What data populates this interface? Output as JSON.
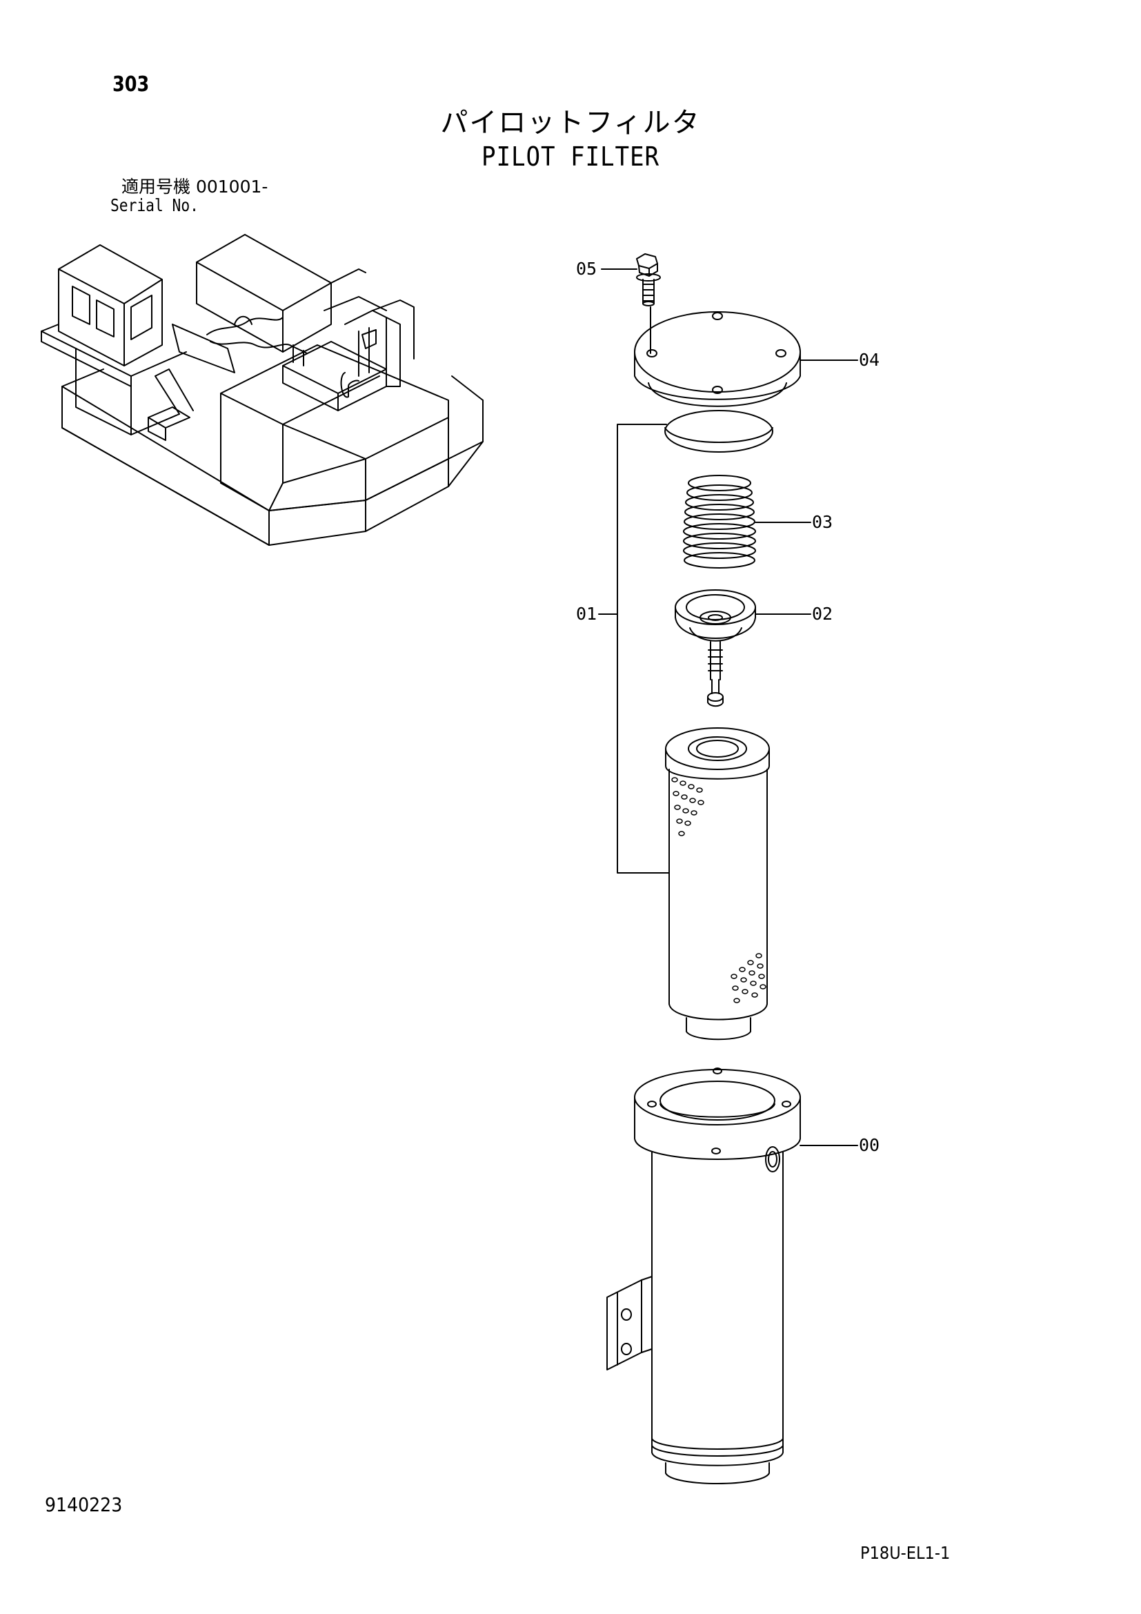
{
  "header": {
    "page_number": "303",
    "title_jp": "パイロットフィルタ",
    "title_en": "PILOT FILTER"
  },
  "serial": {
    "label_jp": "適用号機  001001-",
    "label_en": "Serial No."
  },
  "callouts": {
    "c00": "00",
    "c01": "01",
    "c02": "02",
    "c03": "03",
    "c04": "04",
    "c05": "05"
  },
  "footer": {
    "drawing_number": "9140223",
    "page_code": "P18U-EL1-1"
  }
}
